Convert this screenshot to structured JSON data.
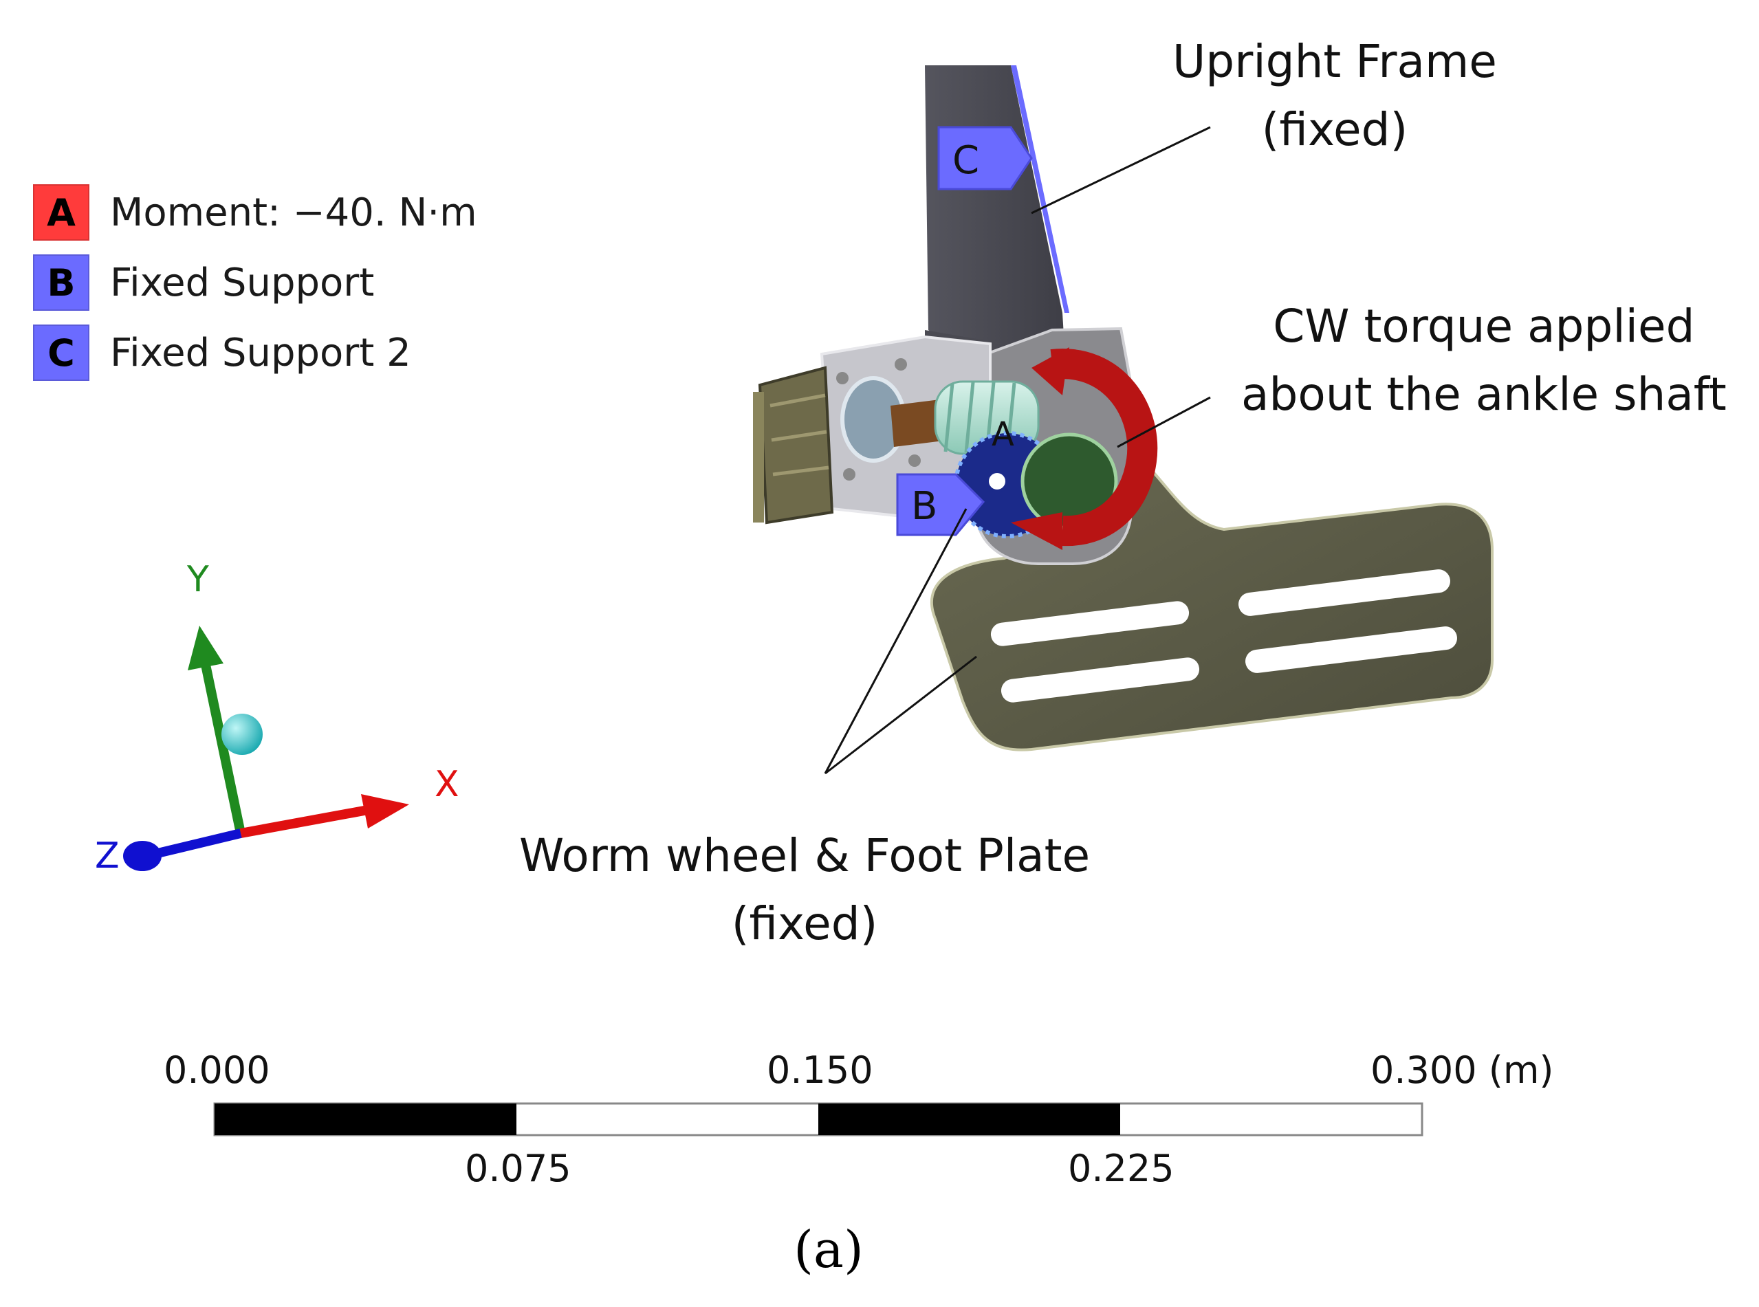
{
  "legend": {
    "items": [
      {
        "letter": "A",
        "label": "Moment: −40. N·m",
        "color": "#ff3b3b"
      },
      {
        "letter": "B",
        "label": "Fixed Support",
        "color": "#6b6bff"
      },
      {
        "letter": "C",
        "label": "Fixed Support 2",
        "color": "#6b6bff"
      }
    ]
  },
  "callouts": {
    "upright": {
      "line1": "Upright Frame",
      "line2": "(fixed)"
    },
    "torque": {
      "line1": "CW torque applied",
      "line2": "about the ankle shaft"
    },
    "worm": {
      "line1": "Worm wheel & Foot Plate",
      "line2": "(fixed)"
    }
  },
  "markers": {
    "a": "A",
    "b": "B",
    "c": "C"
  },
  "triad": {
    "x_label": "X",
    "y_label": "Y",
    "z_label": "Z"
  },
  "scale_bar": {
    "top_labels": [
      "0.000",
      "0.150",
      "0.300 (m)"
    ],
    "bottom_labels": [
      "0.075",
      "0.225"
    ]
  },
  "caption": "(a)",
  "colors": {
    "moment": "#ff3b3b",
    "support": "#6b6bff",
    "frame": "#4a4a52",
    "foot_plate": "#5a5a46",
    "x_axis": "#e01010",
    "y_axis": "#1f8a1f",
    "z_axis": "#1010d0"
  }
}
